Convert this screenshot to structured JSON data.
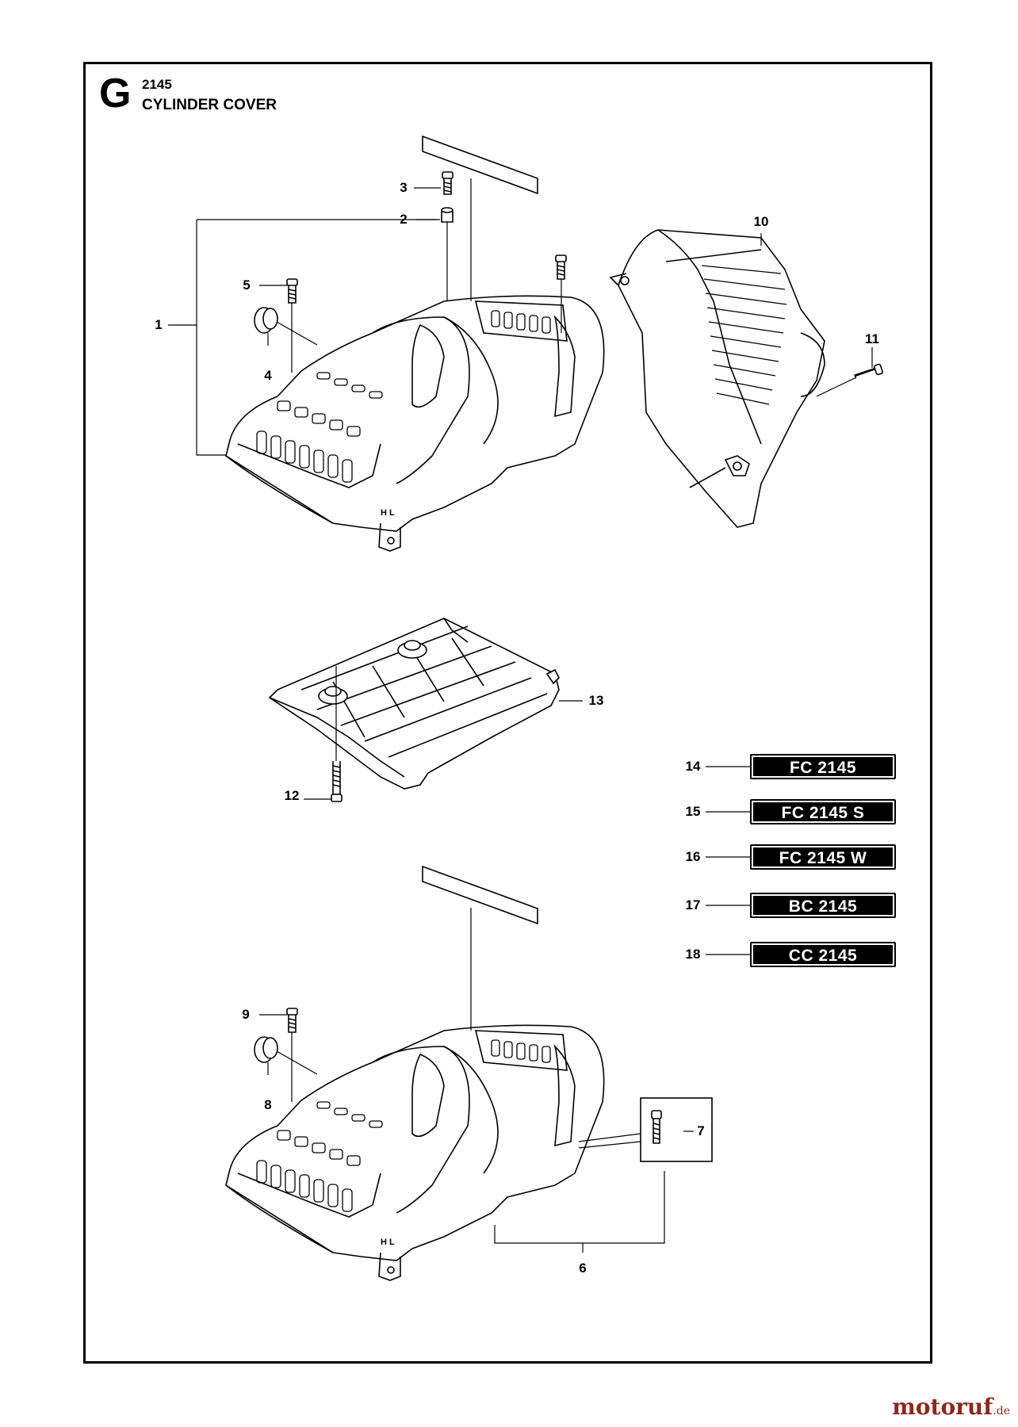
{
  "section": {
    "letter": "G",
    "model": "2145",
    "title": "CYLINDER COVER"
  },
  "callouts": [
    {
      "id": "1",
      "label": "1"
    },
    {
      "id": "2",
      "label": "2"
    },
    {
      "id": "3",
      "label": "3"
    },
    {
      "id": "4",
      "label": "4"
    },
    {
      "id": "5",
      "label": "5"
    },
    {
      "id": "6",
      "label": "6"
    },
    {
      "id": "7",
      "label": "7"
    },
    {
      "id": "8",
      "label": "8"
    },
    {
      "id": "9",
      "label": "9"
    },
    {
      "id": "10",
      "label": "10"
    },
    {
      "id": "11",
      "label": "11"
    },
    {
      "id": "12",
      "label": "12"
    },
    {
      "id": "13",
      "label": "13"
    },
    {
      "id": "14",
      "label": "14"
    },
    {
      "id": "15",
      "label": "15"
    },
    {
      "id": "16",
      "label": "16"
    },
    {
      "id": "17",
      "label": "17"
    },
    {
      "id": "18",
      "label": "18"
    }
  ],
  "decals": [
    {
      "id": "14",
      "text": "FC 2145"
    },
    {
      "id": "15",
      "text": "FC 2145 S"
    },
    {
      "id": "16",
      "text": "FC 2145 W"
    },
    {
      "id": "17",
      "text": "BC 2145"
    },
    {
      "id": "18",
      "text": "CC 2145"
    }
  ],
  "cover_marks": {
    "upper": "H L",
    "lower": "H L"
  },
  "watermark": {
    "name": "motoruf",
    "tld": ".de"
  },
  "colors": {
    "ink": "#000000",
    "paper": "#ffffff",
    "watermark": "#8a2a1c"
  }
}
